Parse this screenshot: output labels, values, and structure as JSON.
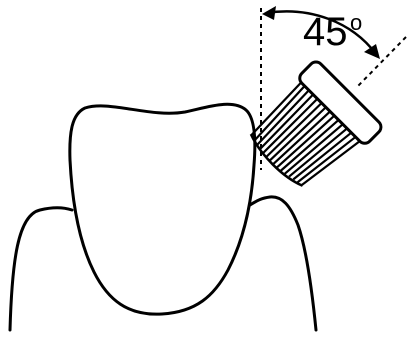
{
  "angle": {
    "value": "45",
    "unit": "o",
    "degrees": 45
  },
  "colors": {
    "line": "#000000",
    "background": "#ffffff"
  },
  "icons": {
    "tooth": "tooth-icon",
    "gum": "gum-icon",
    "toothbrush": "toothbrush-head-icon"
  }
}
